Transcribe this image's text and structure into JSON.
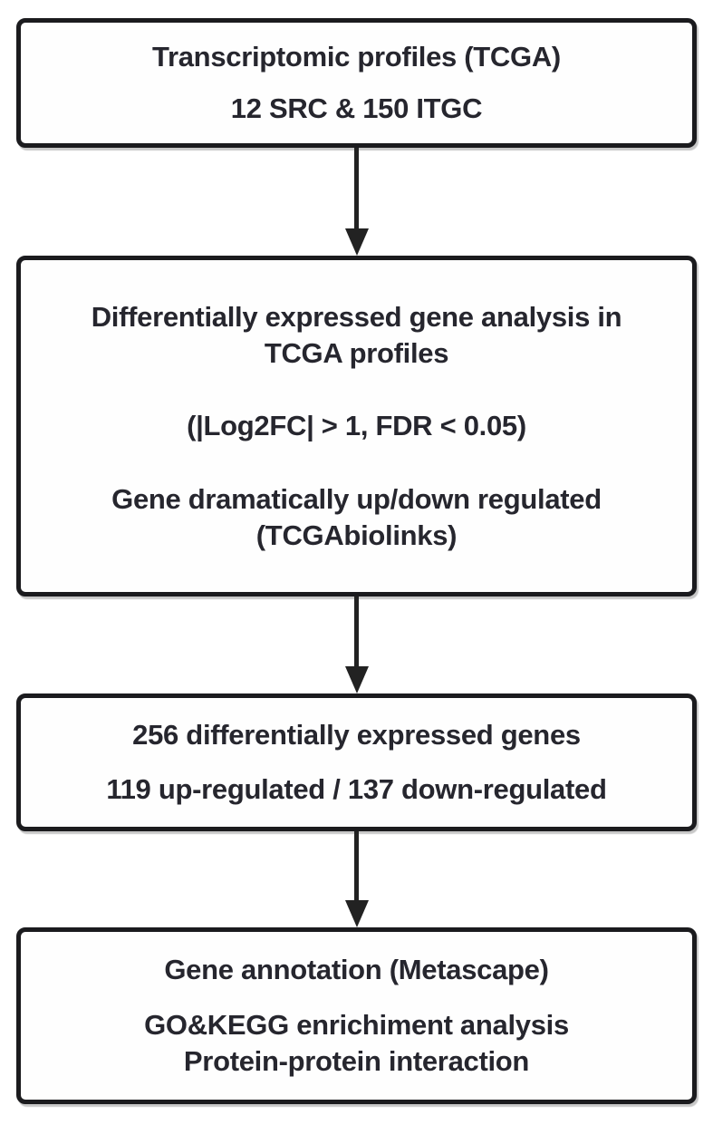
{
  "flowchart": {
    "boxes": [
      {
        "id": "transcriptomic-profiles",
        "paragraphs": [
          "Transcriptomic profiles (TCGA)",
          "12 SRC & 150 ITGC"
        ]
      },
      {
        "id": "deg-analysis",
        "paragraphs": [
          "Differentially expressed gene analysis in\nTCGA profiles",
          "(|Log2FC| > 1, FDR < 0.05)",
          "Gene dramatically up/down regulated\n(TCGAbiolinks)"
        ]
      },
      {
        "id": "deg-results",
        "paragraphs": [
          "256 differentially expressed genes",
          "119 up-regulated / 137 down-regulated"
        ]
      },
      {
        "id": "gene-annotation",
        "paragraphs": [
          "Gene annotation (Metascape)",
          "GO&KEGG enrichiment analysis\nProtein-protein interaction"
        ]
      }
    ],
    "colors": {
      "text": "#26262e",
      "box_border": "#1b1b1e",
      "arrow": "#222222",
      "background": "#ffffff"
    }
  }
}
